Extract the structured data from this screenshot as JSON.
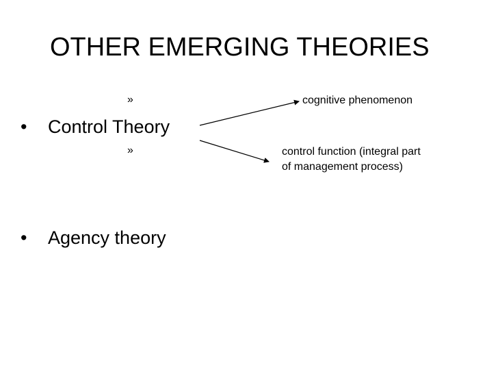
{
  "slide": {
    "title": "OTHER EMERGING THEORIES",
    "bullets": [
      {
        "marker": "•",
        "label": "Control Theory",
        "sub_markers": [
          "»",
          "»"
        ],
        "annotations": [
          "cognitive phenomenon",
          "control function (integral part",
          "of management process)"
        ]
      },
      {
        "marker": "•",
        "label": "Agency theory"
      }
    ]
  }
}
